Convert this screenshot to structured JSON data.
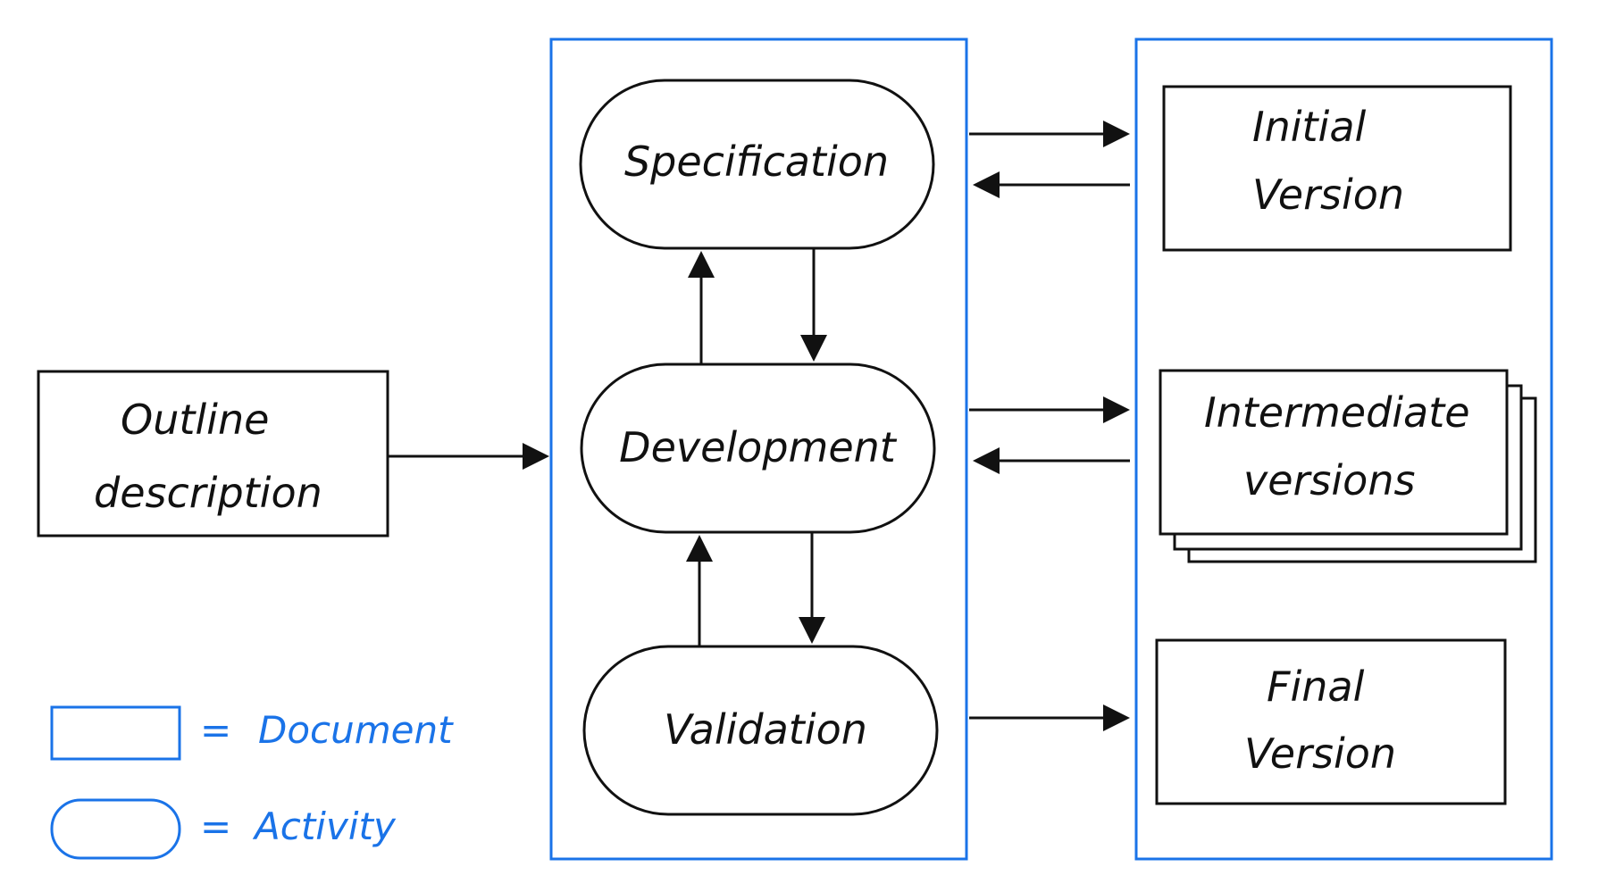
{
  "diagram": {
    "input_document": {
      "line1": "Outline",
      "line2": "description"
    },
    "activities": {
      "specification": "Specification",
      "development": "Development",
      "validation": "Validation"
    },
    "outputs": {
      "initial": {
        "line1": "Initial",
        "line2": "Version"
      },
      "intermediate": {
        "line1": "Intermediate",
        "line2": "versions"
      },
      "final": {
        "line1": "Final",
        "line2": "Version"
      }
    }
  },
  "legend": {
    "equals": "=",
    "document_label": "Document",
    "activity_label": "Activity"
  },
  "colors": {
    "blue": "#1a73e8",
    "ink": "#111111"
  }
}
